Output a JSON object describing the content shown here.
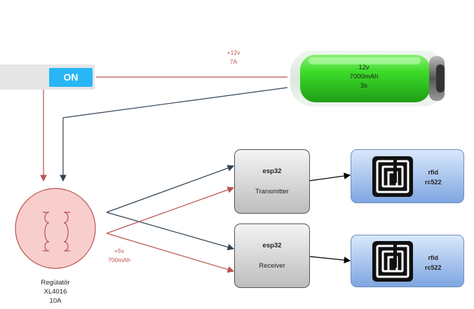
{
  "switch": {
    "label": "ON",
    "accent": "#29b6f6"
  },
  "battery": {
    "line1": "12v",
    "line2": "7000mAh",
    "line3": "3s"
  },
  "top_wire_label": {
    "line1": "+12v",
    "line2": "7A"
  },
  "regulator": {
    "line1": "Regülatör",
    "line2": "XL4016",
    "line3": "10A"
  },
  "output_label": {
    "line1": "+5v",
    "line2": "700mAh"
  },
  "transmitter": {
    "title": "esp32",
    "subtitle": "Transmitter"
  },
  "receiver": {
    "title": "esp32",
    "subtitle": "Receiver"
  },
  "rfid_top": {
    "line1": "rfid",
    "line2": "rc522"
  },
  "rfid_bottom": {
    "line1": "rfid",
    "line2": "rc522"
  },
  "colors": {
    "positive_wire": "#b85450",
    "negative_wire": "#314354",
    "data_wire": "#000000"
  }
}
